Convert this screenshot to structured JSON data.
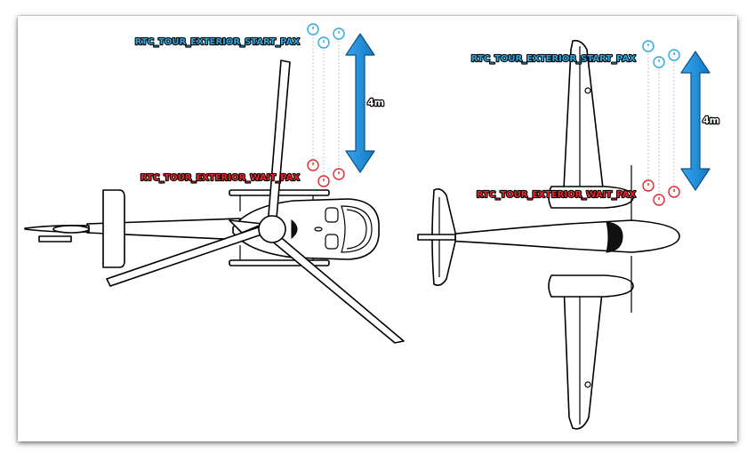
{
  "diagrams": [
    {
      "aircraft": "helicopter",
      "start_label": "RTC_TOUR_EXTERIOR_START_PAX",
      "wait_label": "RTC_TOUR_EXTERIOR_WAIT_PAX",
      "distance_label": "4m"
    },
    {
      "aircraft": "twin-engine-airplane",
      "start_label": "RTC_TOUR_EXTERIOR_START_PAX",
      "wait_label": "RTC_TOUR_EXTERIOR_WAIT_PAX",
      "distance_label": "4m"
    }
  ],
  "colors": {
    "start_marker": "#29a9e1",
    "wait_marker": "#e5262b",
    "arrow": "#1e90d6"
  }
}
